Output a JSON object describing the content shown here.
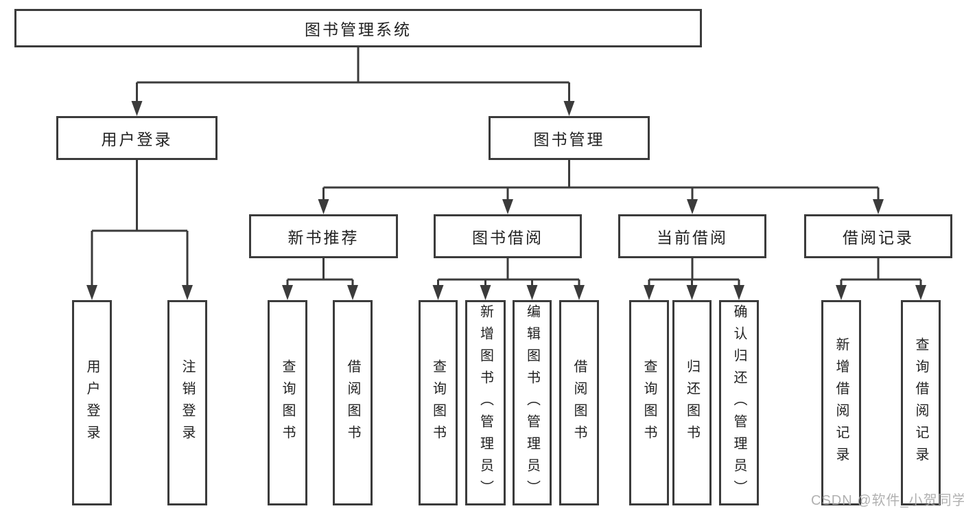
{
  "diagram": {
    "colors": {
      "line": "#3b3b3b",
      "text": "#222222",
      "background": "#ffffff",
      "watermark": "#a8a8a8"
    },
    "tree": {
      "root": "图书管理系统",
      "level2": [
        "用户登录",
        "图书管理"
      ],
      "login_leaves": [
        "用户登录",
        "注销登录"
      ],
      "level3": [
        "新书推荐",
        "图书借阅",
        "当前借阅",
        "借阅记录"
      ],
      "newbook_leaves": [
        "查询图书",
        "借阅图书"
      ],
      "borrow_leaves": [
        "查询图书",
        "新增图书（管理员）",
        "编辑图书（管理员）",
        "借阅图书"
      ],
      "current_leaves": [
        "查询图书",
        "归还图书",
        "确认归还（管理员）"
      ],
      "records_leaves": [
        "新增借阅记录",
        "查询借阅记录"
      ]
    },
    "watermark": "CSDN @软件_小贺同学"
  }
}
